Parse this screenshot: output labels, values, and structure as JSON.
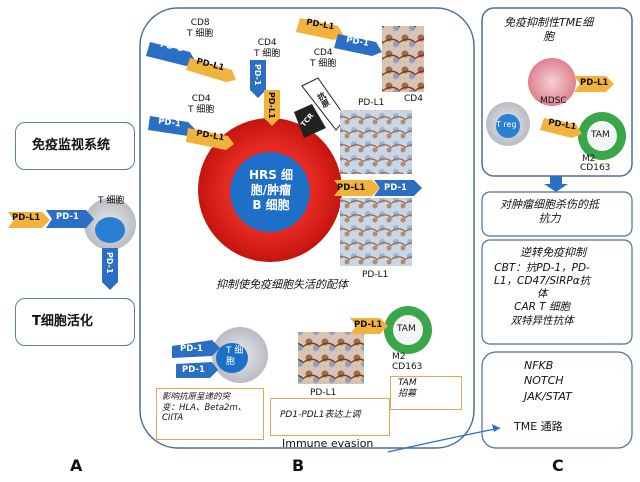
{
  "panel_a": {
    "label": "A",
    "immune_system": "免疫监视系统",
    "t_cell": "T 细胞",
    "pd_l1": "PD-L1",
    "pd_1": "PD-1",
    "pd_1_vertical": "PD-1",
    "t_activation": "T细胞活化"
  },
  "panel_b": {
    "label": "B",
    "cd8": "CD8\nT 细胞",
    "cd4_a": "CD4\nT 细胞",
    "cd4_b": "CD4\nT 细胞",
    "cd4_c": "CD4\nT 细胞",
    "pd_1": "PD-1",
    "pd_l1": "PD-L1",
    "hrs_cell": "HRS 细\n胞/肿瘤\nB 细胞",
    "cd4_caption": "CD4",
    "pd_l1_img1": "PD-L1",
    "pd_l1_img2": "PD-L1",
    "pd_l1_img3": "PD-L1",
    "mhc_vertical": "抗原",
    "tcr_label": "TCR",
    "suppress_caption": "抑制使免疫细胞失活的配体",
    "tam": "TAM",
    "m2": "M2",
    "cd163": "CD163",
    "t_cell": "T 细\n胞",
    "antigen_box": "影响抗原呈递的突\n变：HLA、Beta2m、\nCIITA",
    "pd1_pdl1_box": "PD1-PDL1表达上调",
    "tam_box": "TAM\n招募",
    "immune_evasion": "Immune evasion"
  },
  "panel_c": {
    "label": "C",
    "tme_title": "免疫抑制性TME细\n胞",
    "mdsc": "MDSC",
    "treg": "T reg",
    "tam": "TAM",
    "m2": "M2",
    "cd163": "CD163",
    "pd_l1": "PD-L1",
    "resistance": "对肿瘤细胞杀伤的抵\n抗力",
    "reverse_title": "逆转免疫抑制",
    "reverse_body": "CBT：抗PD-1，PD-\nL1，CD47/SIRPα抗\n体\nCAR T 细胞\n双特异性抗体",
    "pathways": "NFKB\nNOTCH\nJAK/STAT",
    "tme_path": "TME 通路"
  },
  "colors": {
    "pd1_blue": "#2a6fc4",
    "pdl1_orange": "#f2b33c",
    "tumor_red": "#e8231e",
    "tumor_core": "#1e6fc8",
    "cell_gray": "#c8cbd0",
    "tam_green": "#3aa64a",
    "mdsc_pink": "#e89aa6",
    "box_orange": "#e8a55a"
  }
}
